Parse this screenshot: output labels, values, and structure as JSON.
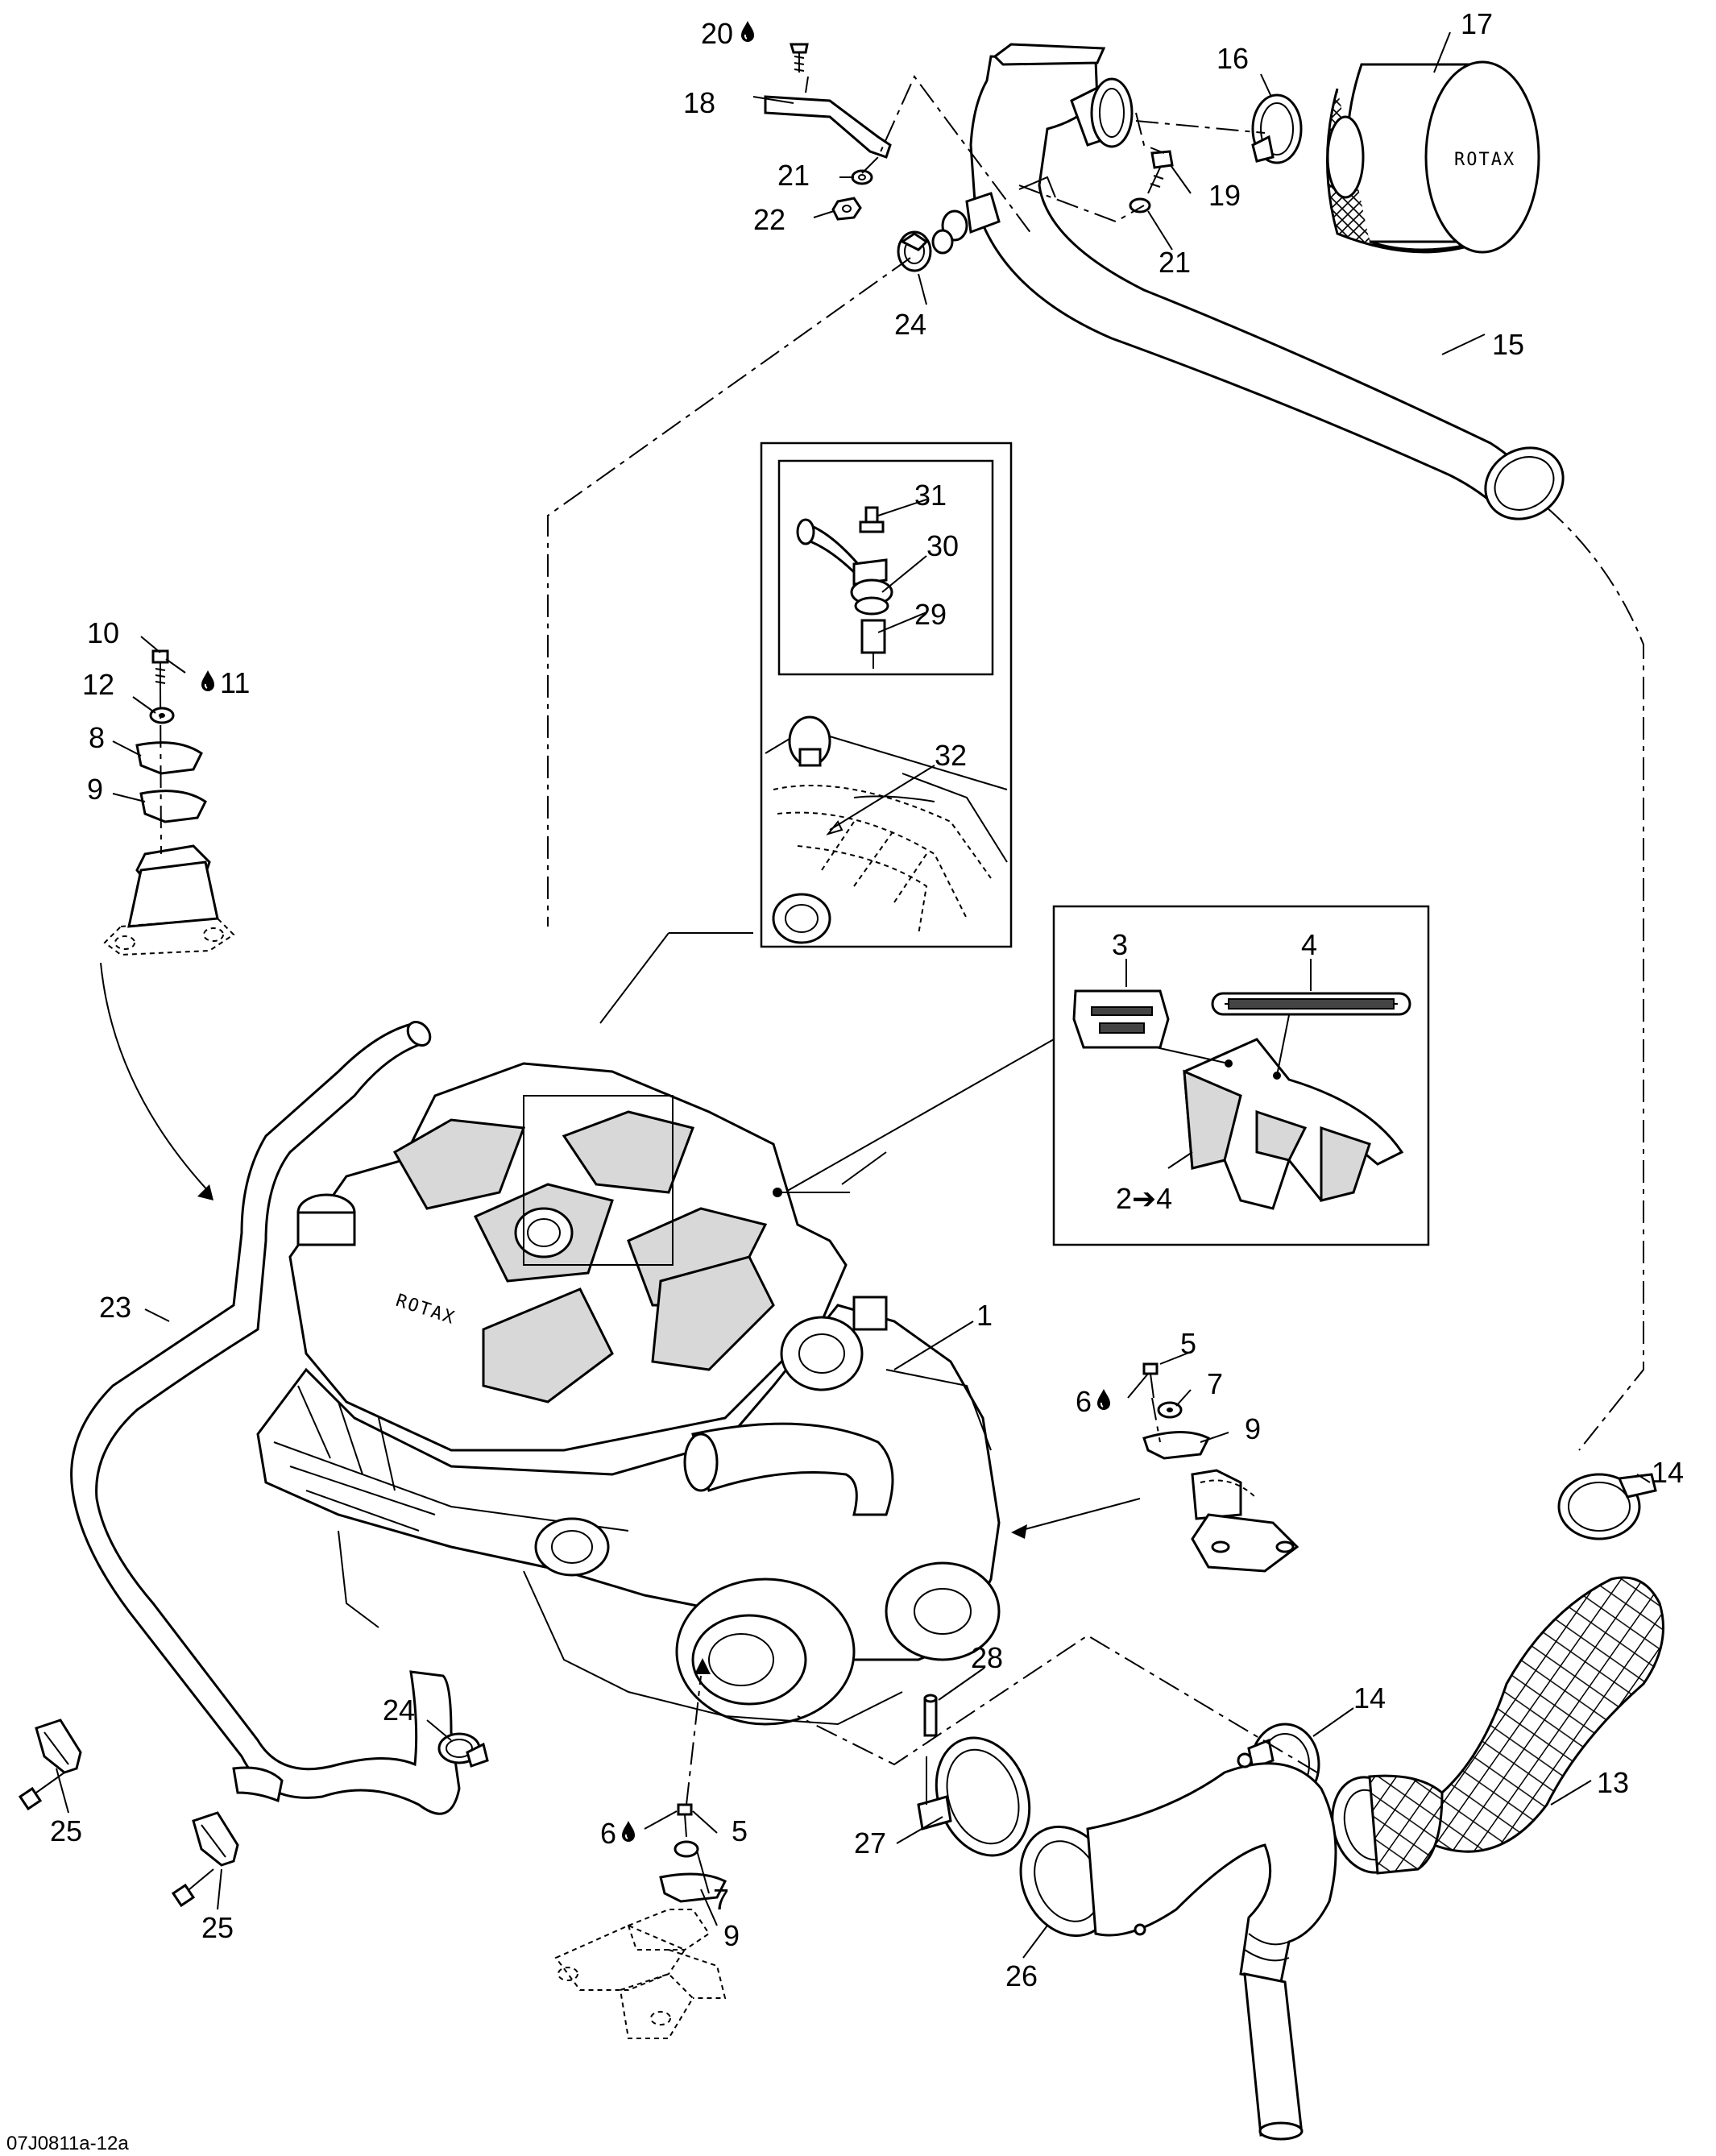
{
  "figure": {
    "code": "07J0811a-12a"
  },
  "brand_marks": {
    "air_filter_text": "ROTAX",
    "engine_cover_text": "ROTAX"
  },
  "callouts": {
    "c1": "1",
    "c2to4": "2➔4",
    "c3": "3",
    "c4": "4",
    "c5a": "5",
    "c5b": "5",
    "c6a": "6",
    "c6b": "6",
    "c7a": "7",
    "c7b": "7",
    "c8": "8",
    "c9a": "9",
    "c9b": "9",
    "c9c": "9",
    "c10": "10",
    "c11": "11",
    "c12": "12",
    "c13": "13",
    "c14a": "14",
    "c14b": "14",
    "c15": "15",
    "c16": "16",
    "c17": "17",
    "c18": "18",
    "c19": "19",
    "c20": "20",
    "c21a": "21",
    "c21b": "21",
    "c22": "22",
    "c23": "23",
    "c24a": "24",
    "c24b": "24",
    "c25a": "25",
    "c25b": "25",
    "c26": "26",
    "c27": "27",
    "c28": "28",
    "c29": "29",
    "c30": "30",
    "c31": "31",
    "c32": "32"
  },
  "icons": {
    "adhesive": "drop-icon"
  }
}
